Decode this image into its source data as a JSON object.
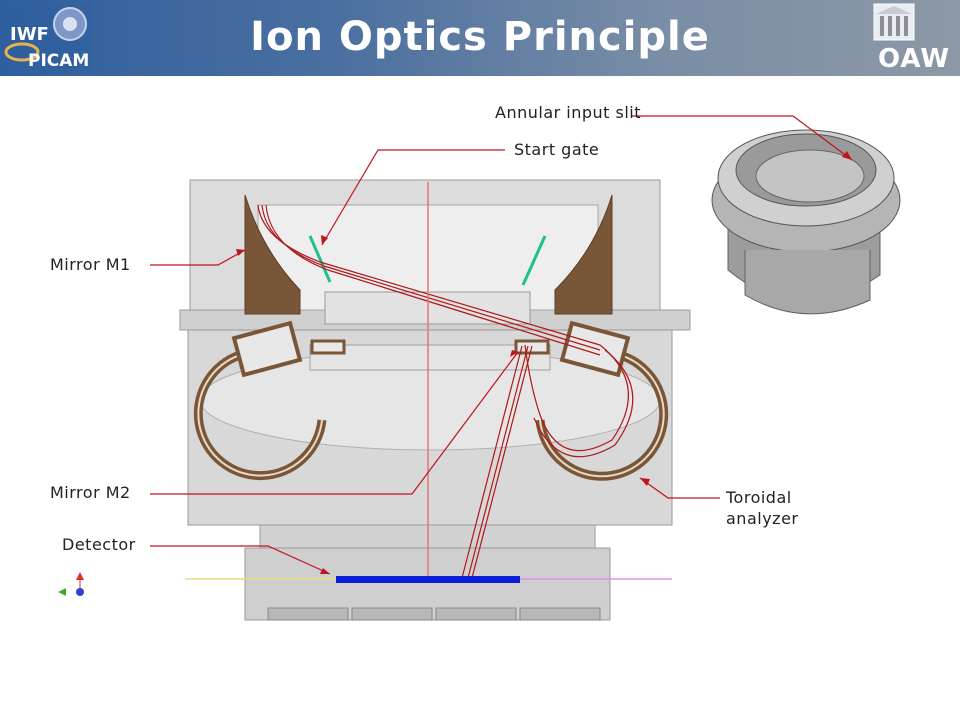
{
  "header": {
    "title": "Ion Optics Principle",
    "logo_left_top": "IWF",
    "logo_left_bottom": "PICAM",
    "logo_right": "OAW"
  },
  "labels": {
    "annular_input_slit": "Annular input slit",
    "start_gate": "Start gate",
    "mirror_m1": "Mirror M1",
    "mirror_m2": "Mirror M2",
    "detector": "Detector",
    "toroidal_analyzer_line1": "Toroidal",
    "toroidal_analyzer_line2": "analyzer"
  },
  "colors": {
    "header_start": "#2f5f9e",
    "header_end": "#8d98a6",
    "callout_line": "#c0141c",
    "mirror_brown": "#7a5638",
    "housing_gray": "#d6d6d6",
    "start_gate_green": "#1fbf8f",
    "detector_blue": "#0a1fd6",
    "ion_path_red": "#b01818"
  },
  "icons": {
    "logo_left": "iwf-picam-logo",
    "logo_right": "oaw-building-logo",
    "axes": "coordinate-axes-icon"
  }
}
